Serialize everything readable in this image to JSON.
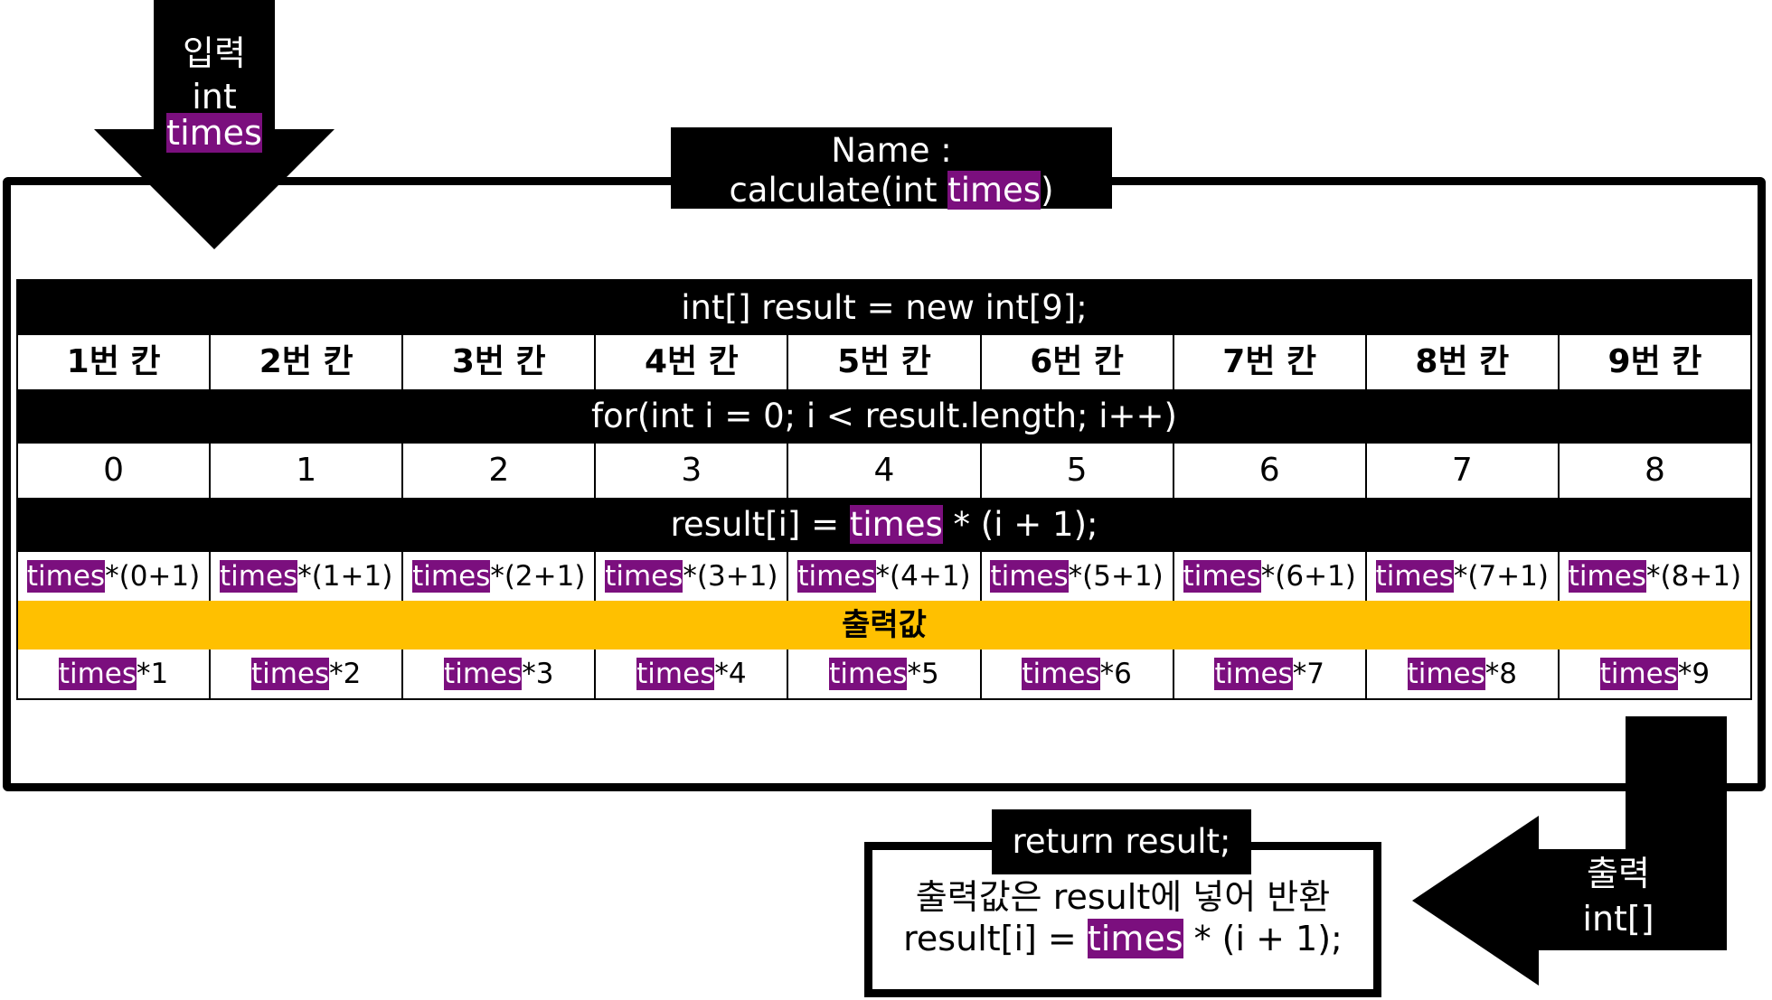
{
  "input": {
    "heading": "입력",
    "type": "int",
    "param": "times"
  },
  "name_box": {
    "line1": "Name :",
    "line2_prefix": "calculate(int ",
    "line2_param": "times",
    "line2_suffix": ")"
  },
  "table": {
    "declaration": "int[] result = new int[9];",
    "slot_headers": [
      "1번 칸",
      "2번 칸",
      "3번 칸",
      "4번 칸",
      "5번 칸",
      "6번 칸",
      "7번 칸",
      "8번 칸",
      "9번 칸"
    ],
    "loop": "for(int i = 0; i < result.length; i++)",
    "indices": [
      "0",
      "1",
      "2",
      "3",
      "4",
      "5",
      "6",
      "7",
      "8"
    ],
    "assignment_prefix": "result[i] = ",
    "assignment_param": "times",
    "assignment_suffix": " * (i + 1);",
    "expressions": [
      {
        "param": "times",
        "rest": "*(0+1)"
      },
      {
        "param": "times",
        "rest": "*(1+1)"
      },
      {
        "param": "times",
        "rest": "*(2+1)"
      },
      {
        "param": "times",
        "rest": "*(3+1)"
      },
      {
        "param": "times",
        "rest": "*(4+1)"
      },
      {
        "param": "times",
        "rest": "*(5+1)"
      },
      {
        "param": "times",
        "rest": "*(6+1)"
      },
      {
        "param": "times",
        "rest": "*(7+1)"
      },
      {
        "param": "times",
        "rest": "*(8+1)"
      }
    ],
    "output_label": "출력값",
    "outputs": [
      {
        "param": "times",
        "rest": "*1"
      },
      {
        "param": "times",
        "rest": "*2"
      },
      {
        "param": "times",
        "rest": "*3"
      },
      {
        "param": "times",
        "rest": "*4"
      },
      {
        "param": "times",
        "rest": "*5"
      },
      {
        "param": "times",
        "rest": "*6"
      },
      {
        "param": "times",
        "rest": "*7"
      },
      {
        "param": "times",
        "rest": "*8"
      },
      {
        "param": "times",
        "rest": "*9"
      }
    ]
  },
  "output": {
    "heading": "출력",
    "type": "int[]"
  },
  "return_box": {
    "tab": "return result;",
    "desc_line1": "출력값은 result에 넣어 반환",
    "desc_line2_prefix": "result[i] = ",
    "desc_line2_param": "times",
    "desc_line2_suffix": " * (i + 1);"
  },
  "colors": {
    "highlight": "#7b0f7e",
    "output_band": "#ffc000",
    "frame": "#000000"
  }
}
